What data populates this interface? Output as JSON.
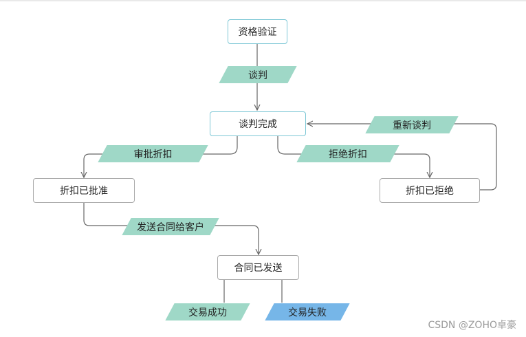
{
  "nodes": {
    "qualification": "资格验证",
    "negotiation_done": "谈判完成",
    "discount_approved": "折扣已批准",
    "discount_rejected": "折扣已拒绝",
    "contract_sent": "合同已发送"
  },
  "labels": {
    "negotiate": "谈判",
    "renegotiate": "重新谈判",
    "approve_discount": "审批折扣",
    "reject_discount": "拒绝折扣",
    "send_contract": "发送合同给客户",
    "deal_success": "交易成功",
    "deal_failed": "交易失败"
  },
  "colors": {
    "label_fill": "#9fd8c7",
    "failure_fill": "#76b6e8",
    "node_border": "#a9a9a9",
    "highlight_border": "#7cc7d5",
    "edge": "#666666"
  },
  "watermark": "CSDN @ZOHO卓豪"
}
